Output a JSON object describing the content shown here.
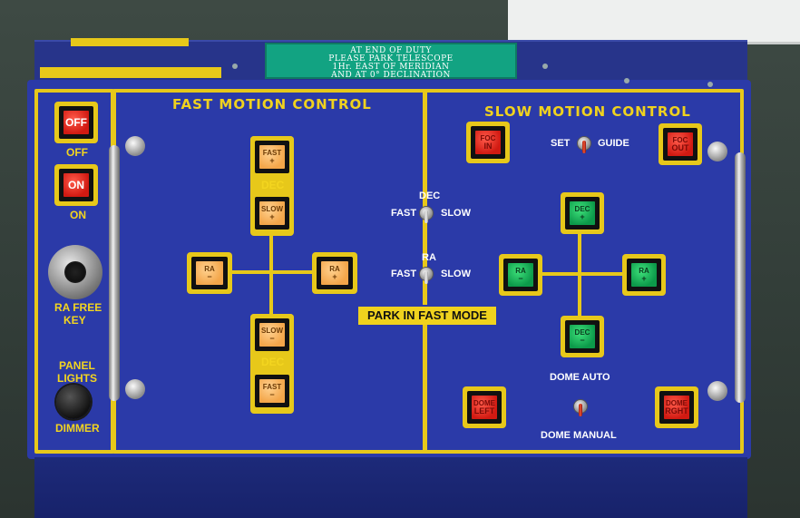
{
  "notice": {
    "lines": [
      "AT END OF DUTY",
      "PLEASE PARK TELESCOPE",
      "1Hr. EAST OF MERIDIAN",
      "AND AT 0° DECLINATION"
    ]
  },
  "left_column": {
    "off_button": "OFF",
    "off_label": "OFF",
    "on_button": "ON",
    "on_label": "ON",
    "ra_free_key_line1": "RA FREE",
    "ra_free_key_line2": "KEY",
    "panel_lights_line1": "PANEL",
    "panel_lights_line2": "LIGHTS",
    "dimmer_label": "DIMMER"
  },
  "fast_motion": {
    "title": "FAST MOTION CONTROL",
    "dec_fast_plus": [
      "FAST",
      "+"
    ],
    "dec_slow_plus": [
      "SLOW",
      "+"
    ],
    "dec_label_top": "DEC",
    "ra_minus": [
      "RA",
      "−"
    ],
    "ra_plus": [
      "RA",
      "+"
    ],
    "dec_slow_minus": [
      "SLOW",
      "−"
    ],
    "dec_label_bottom": "DEC",
    "dec_fast_minus": [
      "FAST",
      "−"
    ]
  },
  "center": {
    "dec_title": "DEC",
    "dec_fast": "FAST",
    "dec_slow": "SLOW",
    "ra_title": "RA",
    "ra_fast": "FAST",
    "ra_slow": "SLOW",
    "park_label": "PARK IN FAST MODE"
  },
  "slow_motion": {
    "title": "SLOW MOTION CONTROL",
    "foc_in": [
      "FOC",
      "IN"
    ],
    "set_label": "SET",
    "guide_label": "GUIDE",
    "foc_out": [
      "FOC",
      "OUT"
    ],
    "dec_plus": [
      "DEC",
      "+"
    ],
    "ra_minus": [
      "RA",
      "−"
    ],
    "ra_plus": [
      "RA",
      "+"
    ],
    "dec_minus": [
      "DEC",
      "−"
    ],
    "dome_auto": "DOME AUTO",
    "dome_left": [
      "DOME",
      "LEFT"
    ],
    "dome_right": [
      "DOME",
      "RGHT"
    ],
    "dome_manual": "DOME MANUAL"
  },
  "colors": {
    "panel_blue": "#2b3aa8",
    "trim_yellow": "#e7c81a",
    "button_red": "#d11a12",
    "button_orange": "#f3a64a",
    "button_green": "#0c9a4a",
    "notice_green": "#12a382"
  }
}
